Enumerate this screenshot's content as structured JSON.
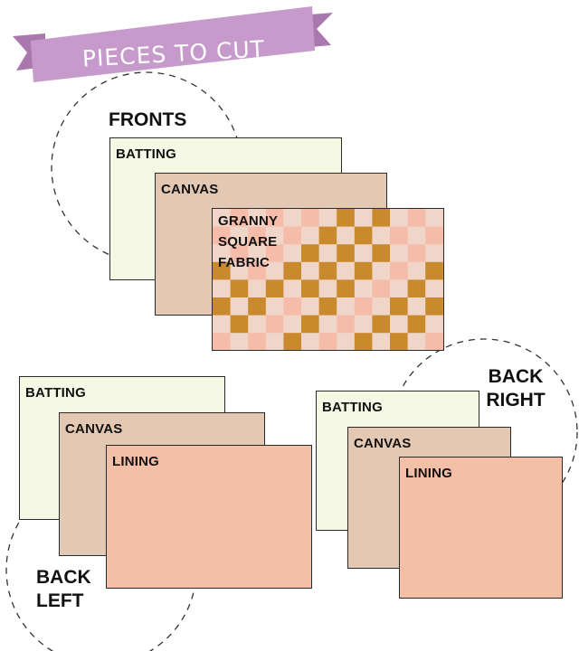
{
  "header": {
    "banner_text": "PIECES TO CUT"
  },
  "colors": {
    "banner": "#c79acc",
    "banner_dark": "#a978ae",
    "batting": "#f6f8e6",
    "canvas": "#e3c9b3",
    "lining": "#f3bfa6",
    "granny_light": "#f0d6c8",
    "granny_pink": "#f5bcaa",
    "granny_gold": "#c98a2e"
  },
  "groups": {
    "fronts": {
      "title": "FRONTS",
      "pieces": {
        "batting": "BATTING",
        "canvas": "CANVAS",
        "fabric": "GRANNY\nSQUARE\nFABRIC"
      }
    },
    "back_left": {
      "title": "BACK\nLEFT",
      "pieces": {
        "batting": "BATTING",
        "canvas": "CANVAS",
        "lining": "LINING"
      }
    },
    "back_right": {
      "title": "BACK\nRIGHT",
      "pieces": {
        "batting": "BATTING",
        "canvas": "CANVAS",
        "lining": "LINING"
      }
    }
  }
}
